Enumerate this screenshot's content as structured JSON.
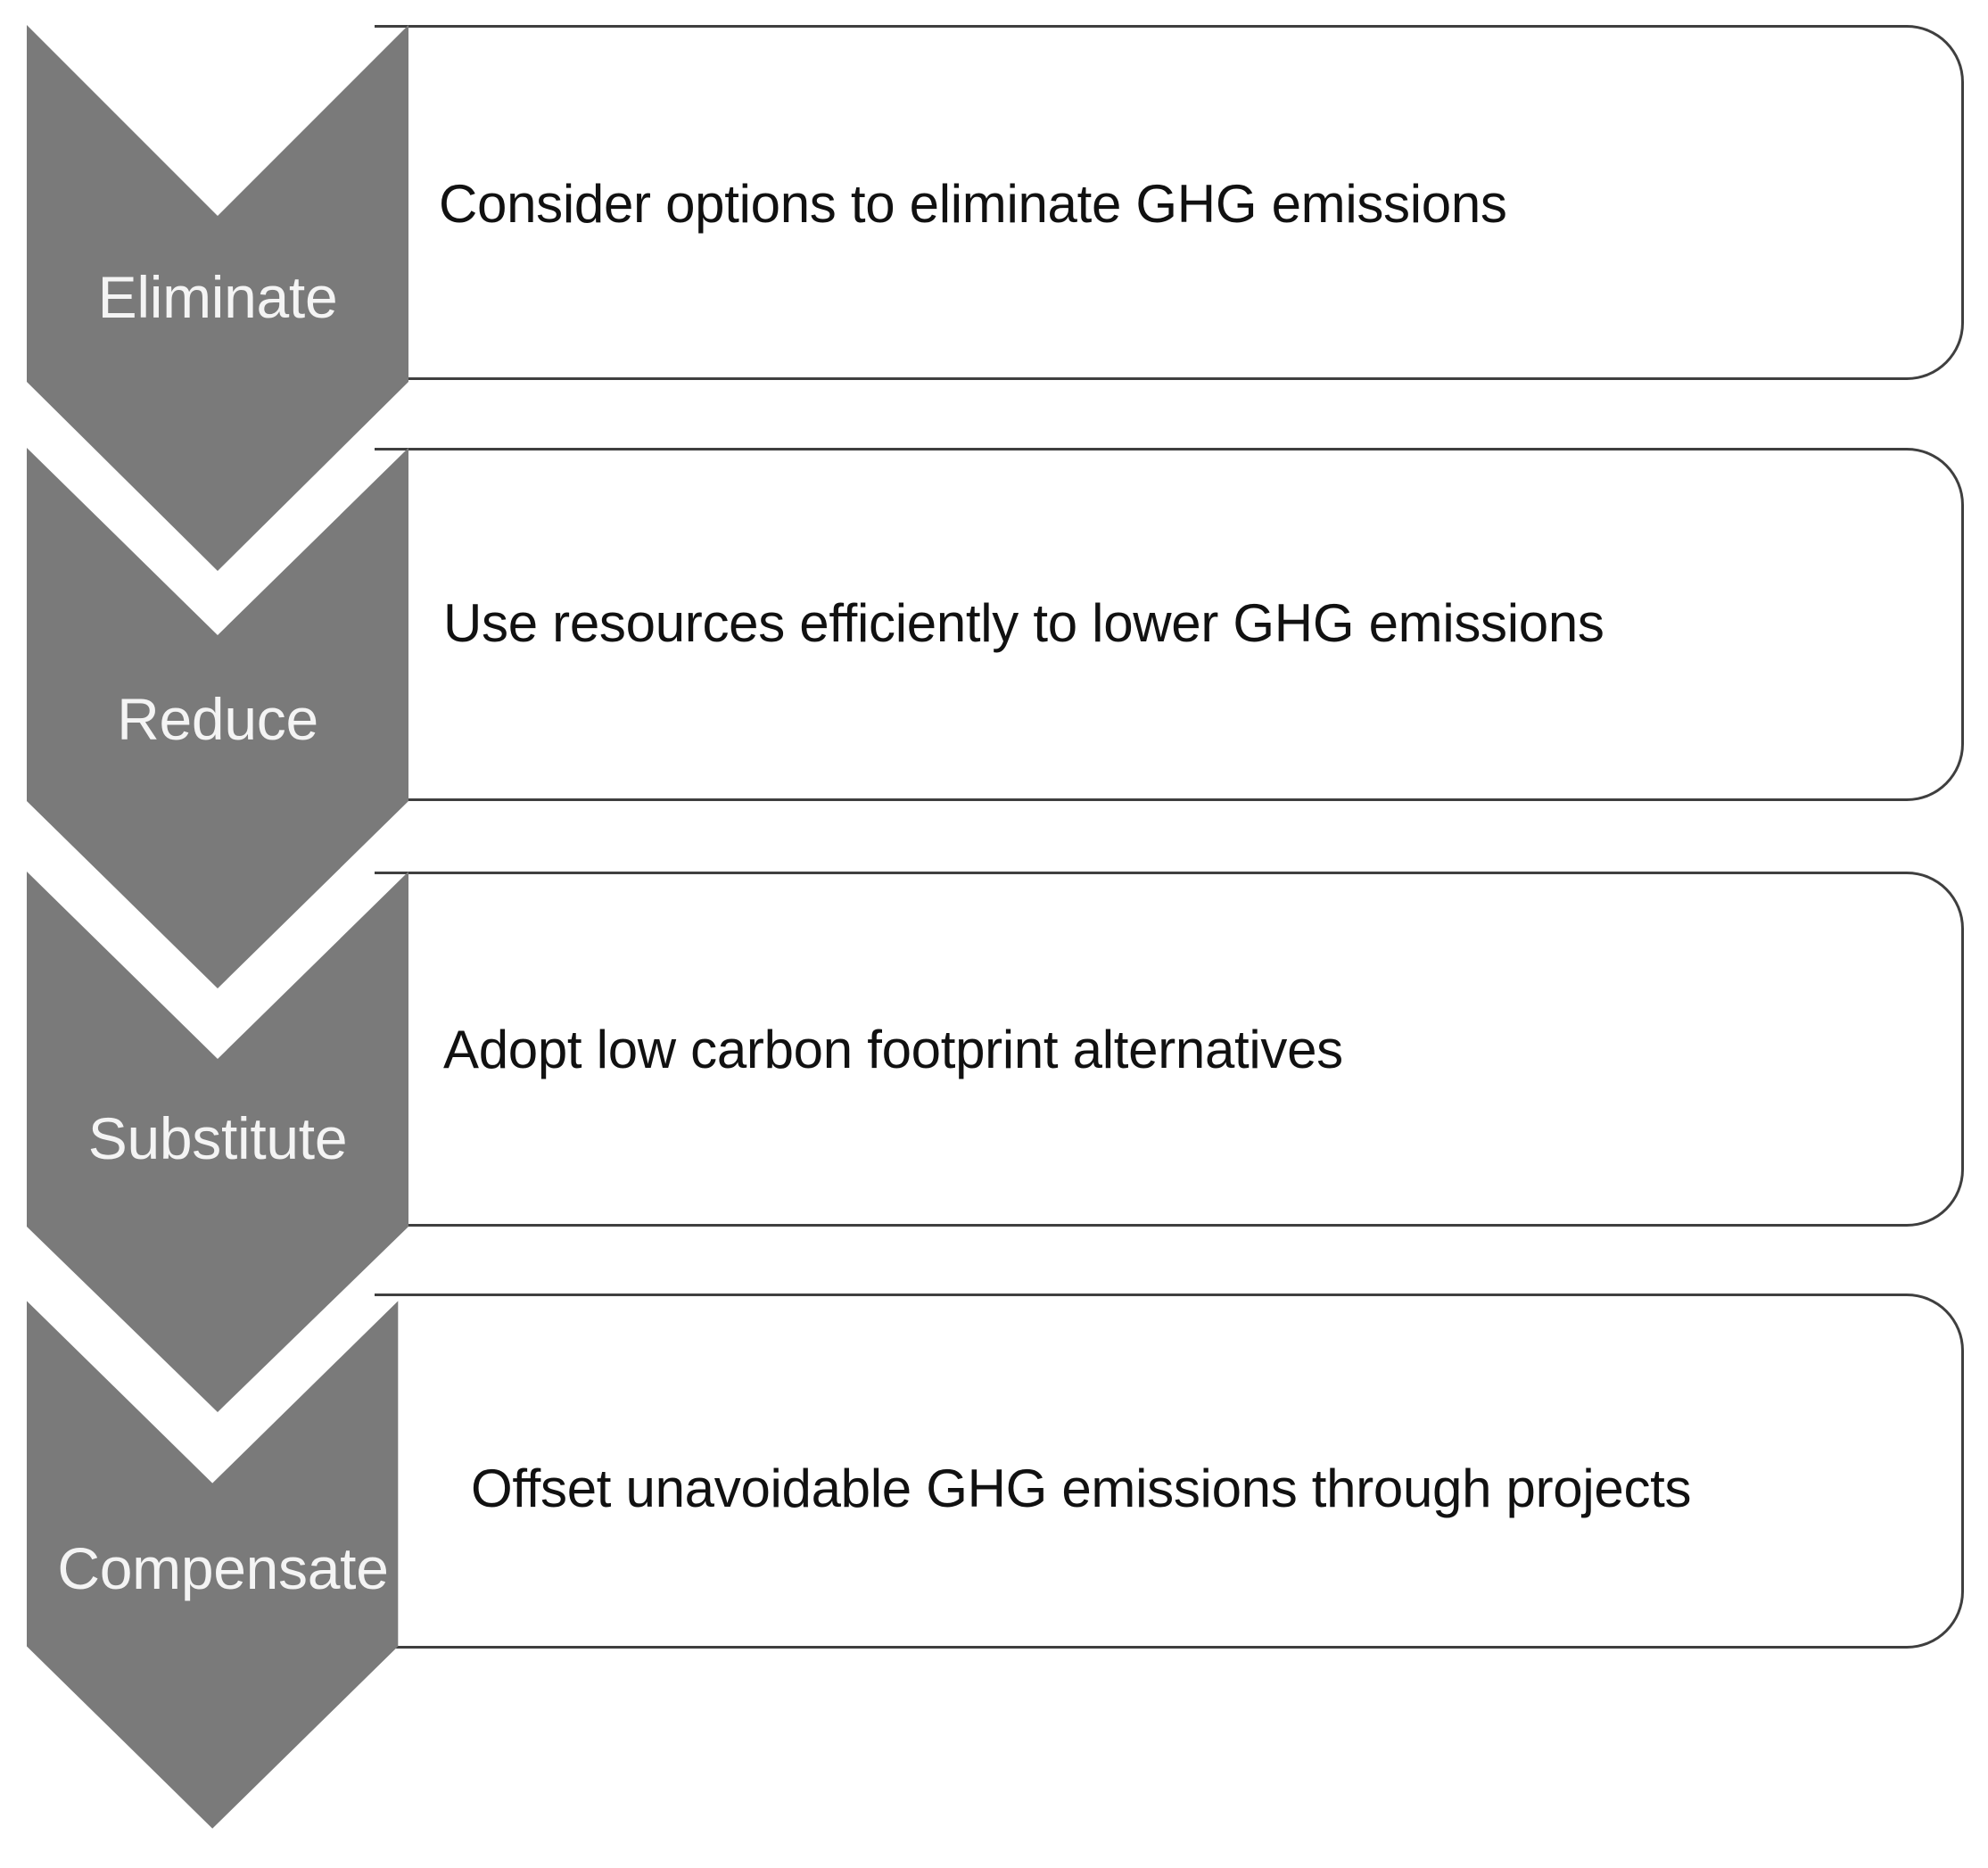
{
  "steps": [
    {
      "label": "Eliminate",
      "description": "Consider options to eliminate GHG emissions"
    },
    {
      "label": "Reduce",
      "description": "Use resources efficiently to lower GHG emissions"
    },
    {
      "label": "Substitute",
      "description": "Adopt low carbon footprint alternatives"
    },
    {
      "label": "Compensate",
      "description": "Offset unavoidable GHG emissions through projects"
    }
  ],
  "colors": {
    "chevron_fill": "#7a7a7a",
    "chevron_text": "#f4f4f4",
    "box_border": "#3f3f3f",
    "box_text": "#111111"
  }
}
